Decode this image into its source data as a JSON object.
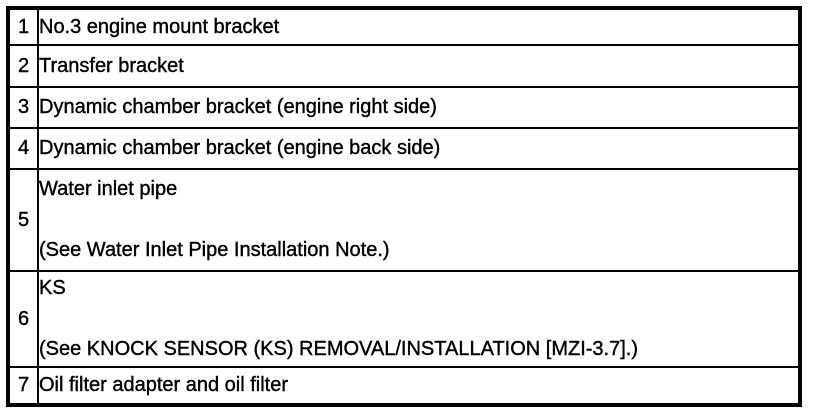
{
  "table": {
    "colors": {
      "border": "#000000",
      "text": "#000000",
      "background": "#ffffff"
    },
    "rows": [
      {
        "num": "1",
        "lines": [
          "No.3 engine mount bracket"
        ]
      },
      {
        "num": "2",
        "lines": [
          "Transfer bracket"
        ]
      },
      {
        "num": "3",
        "lines": [
          "Dynamic chamber bracket (engine right side)"
        ]
      },
      {
        "num": "4",
        "lines": [
          "Dynamic chamber bracket (engine back side)"
        ]
      },
      {
        "num": "5",
        "lines": [
          "Water inlet pipe",
          "(See Water Inlet Pipe Installation Note.)"
        ]
      },
      {
        "num": "6",
        "lines": [
          "KS",
          "(See KNOCK SENSOR (KS) REMOVAL/INSTALLATION [MZI-3.7].)"
        ]
      },
      {
        "num": "7",
        "lines": [
          "Oil filter adapter and oil filter"
        ]
      }
    ]
  }
}
